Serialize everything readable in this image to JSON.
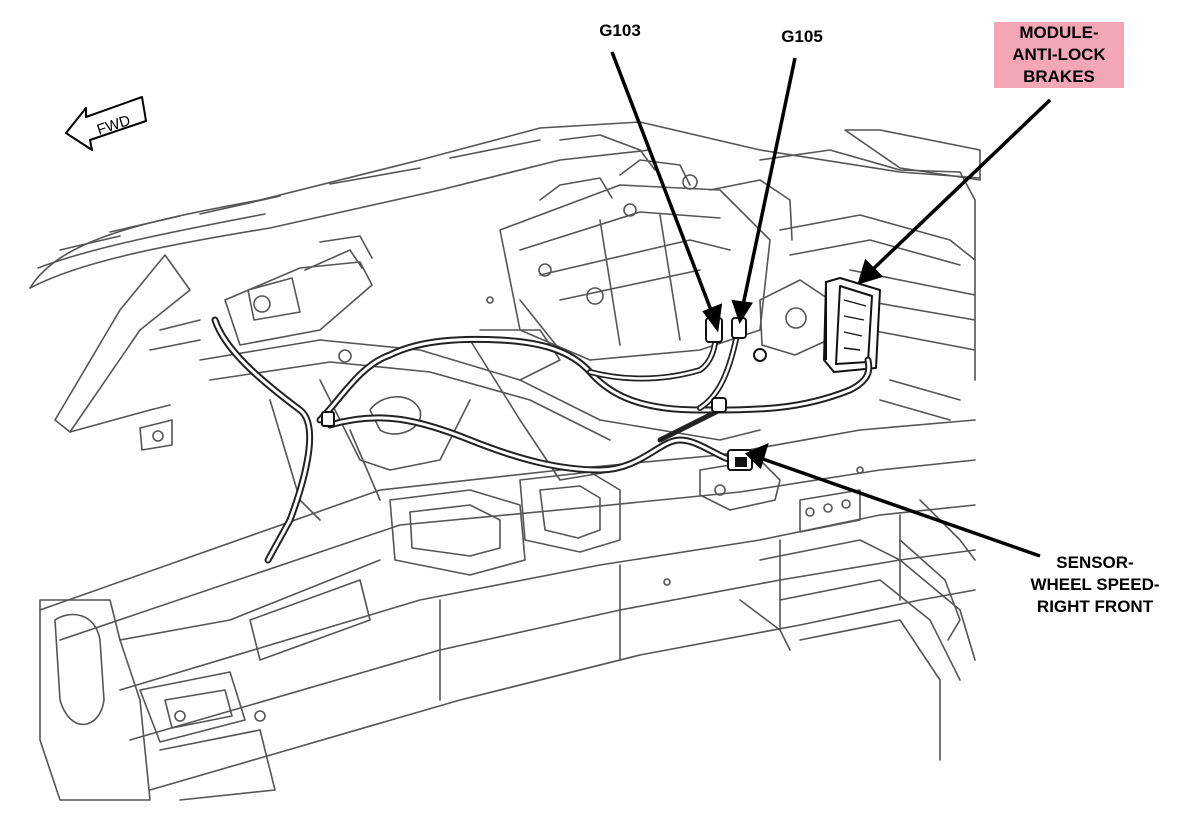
{
  "labels": {
    "g103": "G103",
    "g105": "G105",
    "module": [
      "MODULE-",
      "ANTI-LOCK",
      "BRAKES"
    ],
    "sensor": [
      "SENSOR-",
      "WHEEL SPEED-",
      "RIGHT FRONT"
    ],
    "fwd": "FWD"
  },
  "colors": {
    "highlight": "#f3a7b6",
    "line": "#555555",
    "harness": "#222222",
    "leader": "#000000"
  }
}
